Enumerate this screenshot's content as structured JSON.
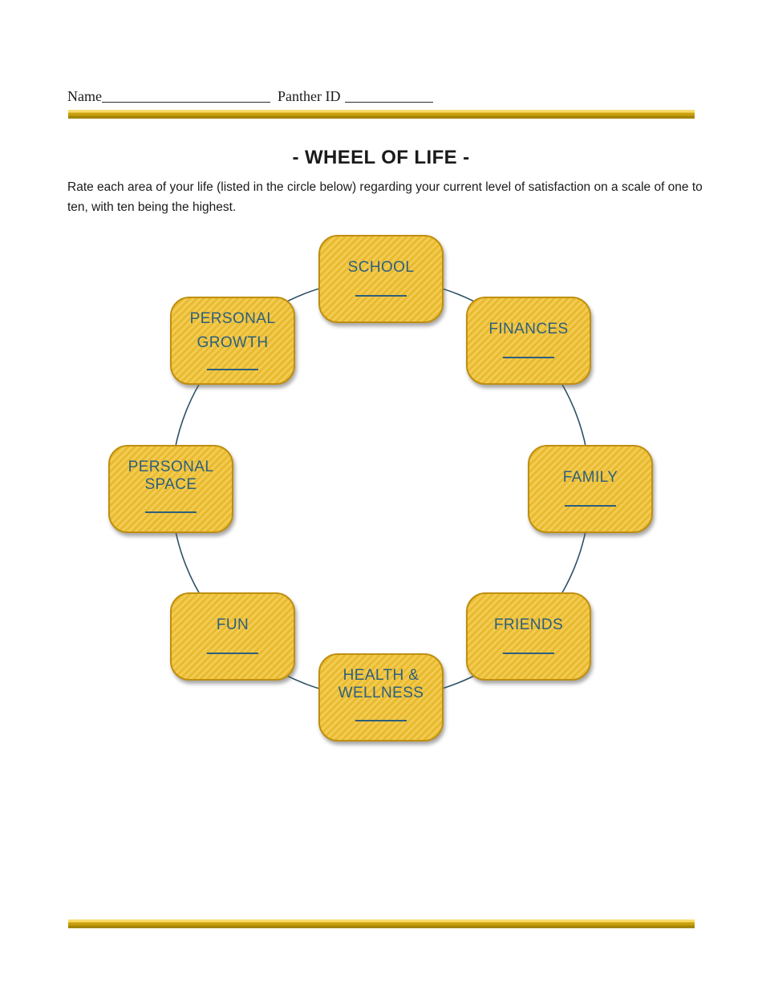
{
  "header": {
    "name_label": "Name",
    "panther_id_label": "Panther ID",
    "name_value": "",
    "panther_id_value": ""
  },
  "title": "- WHEEL OF LIFE -",
  "instructions": "Rate each area of your life (listed in the circle below) regarding your current level of satisfaction on a scale of one to ten, with ten being the highest.",
  "wheel": {
    "items": [
      {
        "label": "SCHOOL",
        "rating": ""
      },
      {
        "label": "FINANCES",
        "rating": ""
      },
      {
        "label": "FAMILY",
        "rating": ""
      },
      {
        "label": "FRIENDS",
        "rating": ""
      },
      {
        "label": "HEALTH & WELLNESS",
        "rating": ""
      },
      {
        "label": "FUN",
        "rating": ""
      },
      {
        "label": "PERSONAL SPACE",
        "rating": ""
      },
      {
        "label": "PERSONAL GROWTH",
        "rating": ""
      }
    ]
  },
  "colors": {
    "node_fill": "#F0C234",
    "node_border": "#C08F10",
    "node_text": "#2E5F7C",
    "circle_stroke": "#2E5266",
    "rule_gold_light": "#F8DB6B",
    "rule_gold_mid": "#C69C0B",
    "rule_gold_dark": "#A4850A"
  }
}
